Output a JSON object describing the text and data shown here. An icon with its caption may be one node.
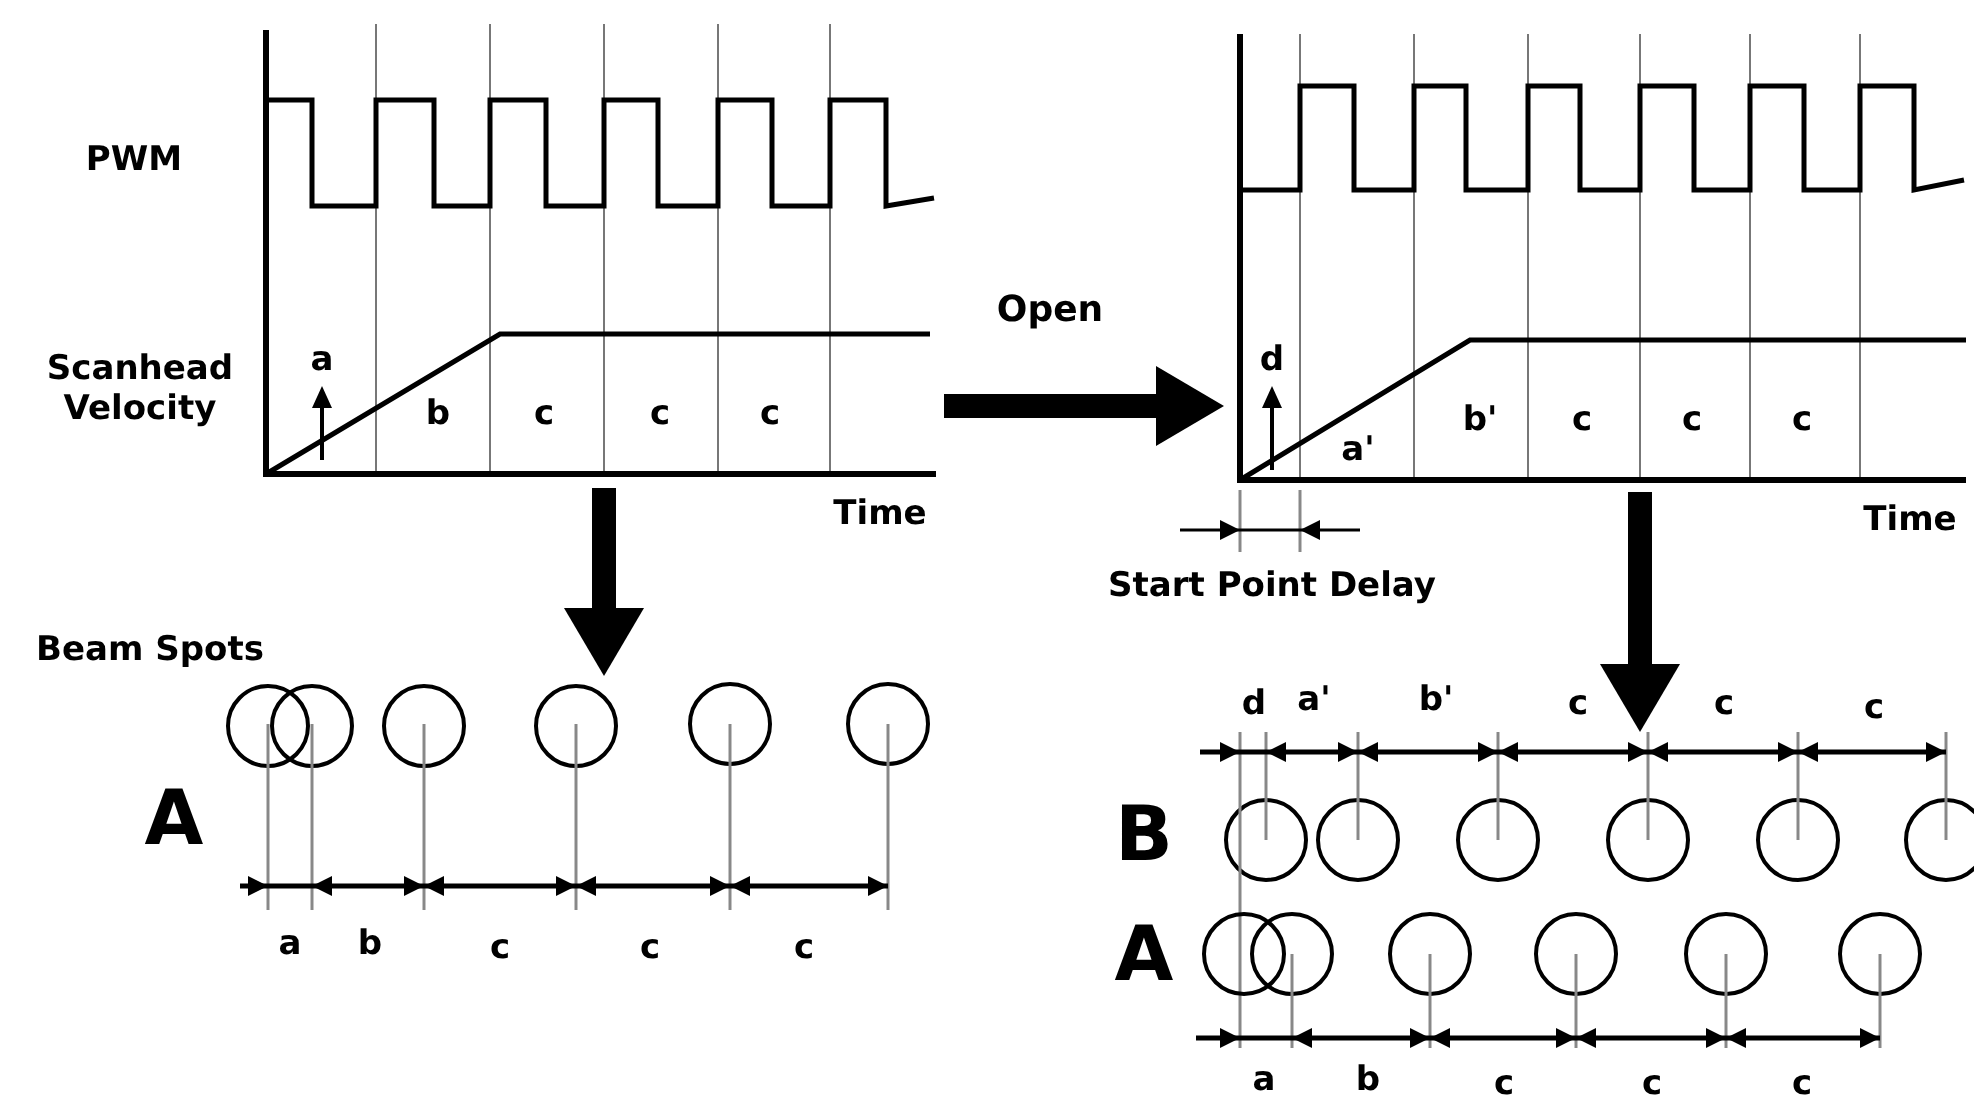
{
  "diagram": {
    "nodes": [
      {
        "text": [],
        "shape": "picture"
      },
      {
        "text": [],
        "shape": "picture"
      },
      {
        "text": [],
        "shape": "picture"
      },
      {
        "text": [],
        "shape": "picture"
      }
    ],
    "edges": [
      {
        "from": 0,
        "to": 1,
        "arrow": "to",
        "label": "Open"
      },
      {
        "from": 0,
        "to": 2,
        "arrow": "to"
      },
      {
        "from": 1,
        "to": 3,
        "arrow": "to"
      }
    ],
    "labels": [
      "PWM",
      "Scanhead Velocity",
      "a",
      "b",
      "c",
      "c",
      "c",
      "Time",
      "d",
      "a'",
      "b'",
      "c",
      "c",
      "c",
      "Time",
      "Start Point Delay",
      "Beam Spots",
      "A",
      "a",
      "b",
      "c",
      "c",
      "c",
      "d",
      "a'",
      "b'",
      "c",
      "c",
      "c",
      "B",
      "A",
      "a",
      "b",
      "c",
      "c",
      "c"
    ]
  }
}
